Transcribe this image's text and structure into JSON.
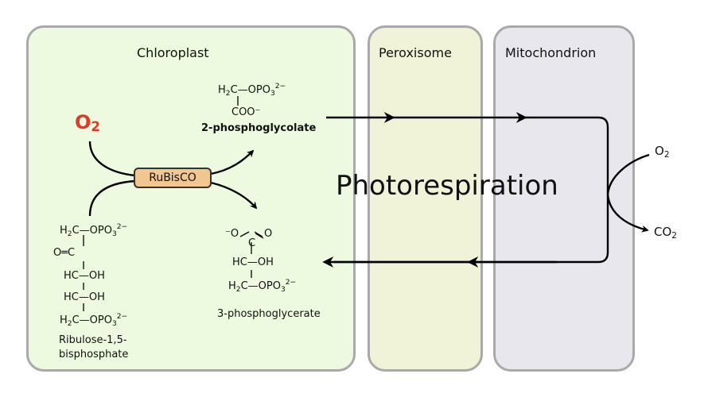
{
  "compartments": {
    "chloroplast": "Chloroplast",
    "peroxisome": "Peroxisome",
    "mitochondrion": "Mitochondrion"
  },
  "process": "Photorespiration",
  "enzyme": "RuBisCO",
  "oxygen_in": {
    "sym": "O",
    "sub": "2"
  },
  "phosphoglycolate": {
    "line1": {
      "h": "H",
      "h2": "2",
      "c": "C—OPO",
      "p3": "3",
      "charge": "2−"
    },
    "line2": "COO⁻",
    "name": "2-phosphoglycolate"
  },
  "rubp": {
    "line1": {
      "h": "H",
      "h2": "2",
      "c": "C—OPO",
      "p3": "3",
      "charge": "2−"
    },
    "line2": "O═C",
    "line3": "HC—OH",
    "line4": "HC—OH",
    "line5": {
      "h": "H",
      "h2": "2",
      "c": "C—OPO",
      "p3": "3",
      "charge": "2−"
    },
    "name1": "Ribulose-1,5-",
    "name2": "bisphosphate"
  },
  "phosphoglycerate": {
    "line1": {
      "neg": "⁻O",
      "c": "C",
      "o": "O"
    },
    "line2": "HC—OH",
    "line3": {
      "h": "H",
      "h2": "2",
      "c": "C—OPO",
      "p3": "3",
      "charge": "2−"
    },
    "name": "3-phosphoglycerate"
  },
  "mito_in": {
    "sym": "O",
    "sub": "2"
  },
  "mito_out": {
    "sym": "CO",
    "sub": "2"
  }
}
